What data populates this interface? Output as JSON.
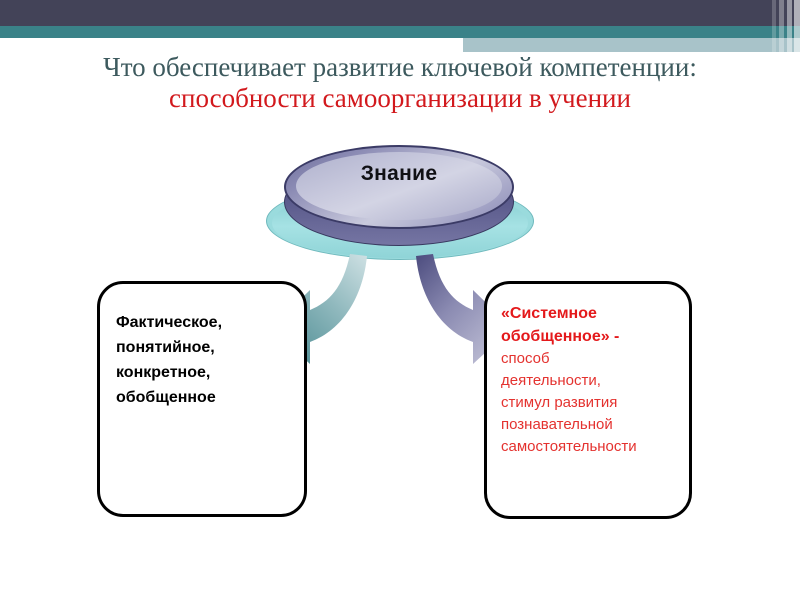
{
  "slide": {
    "title": {
      "line1": "Что обеспечивает развитие ключевой",
      "line2_dark": "компетенции:",
      "line2_red": " способности самоорганизации в",
      "line3_red": "учении",
      "dark_color": "#3d5a5e",
      "red_color": "#d2191d"
    },
    "banner": {
      "navy_color": "#434358",
      "teal_color": "#3a8288",
      "lightblue_color": "#a8c3c9"
    },
    "disc": {
      "label": "Знание",
      "top_color": "#c9cadd",
      "rim_color": "#4a4a78",
      "base_color": "#9adbdd"
    },
    "arrows": {
      "left": {
        "name": "left-curved-arrow",
        "color_start": "#bcd4d8",
        "color_end": "#4e8e95"
      },
      "right": {
        "name": "right-curved-arrow",
        "color_start": "#4f4f82",
        "color_end": "#c2c2d8"
      }
    },
    "boxes": [
      {
        "id": "left-box",
        "lines": [
          "Фактическое,",
          "понятийное,",
          "конкретное,",
          "обобщенное"
        ],
        "text_color": "#000000"
      },
      {
        "id": "right-box",
        "heading": "«Системное обобщенное» -",
        "lines": [
          "способ",
          "деятельности,",
          "стимул  развития",
          "познавательной",
          "самостоятельности"
        ],
        "text_color": "#e4322f"
      }
    ]
  }
}
